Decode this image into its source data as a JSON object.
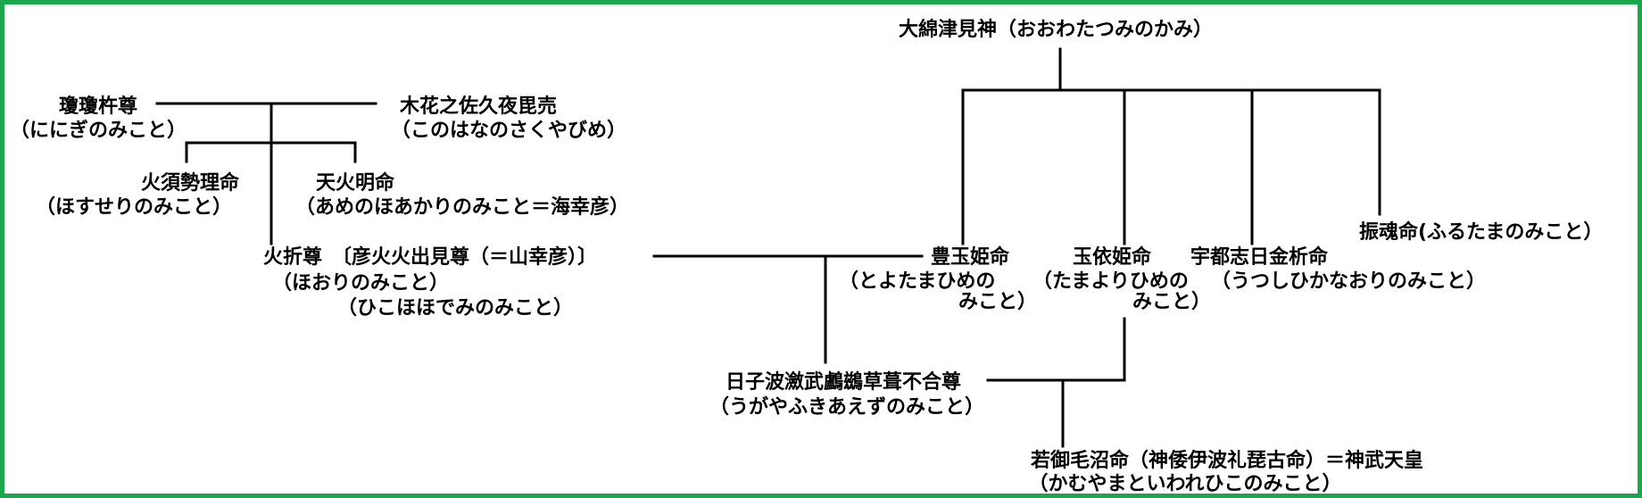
{
  "colors": {
    "frame": "#1aa64a",
    "line": "#000000",
    "text": "#000000"
  },
  "nodes": {
    "owatatsumi": {
      "name": "大綿津見神（おおわたつみのかみ）"
    },
    "ninigi": {
      "name": "瓊瓊杵尊",
      "reading": "（ににぎのみこと）"
    },
    "konohanasakuya": {
      "name": "木花之佐久夜毘売",
      "reading": "（このはなのさくやびめ）"
    },
    "hosusori": {
      "name": "火須勢理命",
      "reading": "（ほすせりのみこと）"
    },
    "amenohoakari": {
      "name": "天火明命",
      "reading": "（あめのほあかりのみこと＝海幸彦）"
    },
    "hoori": {
      "name": "火折尊　〔彦火火出見尊（＝山幸彦）〕",
      "reading": "（ほおりのみこと）",
      "reading2": "（ひこほほでみのみこと）"
    },
    "toyotamahime": {
      "name": "豊玉姫命",
      "reading": "（とよたまひめの",
      "reading2": "みこと）"
    },
    "tamayorihime": {
      "name": "玉依姫命",
      "reading": "（たまよりひめの",
      "reading2": "みこと）"
    },
    "utsushihikana": {
      "name": "宇都志日金析命",
      "reading": "（うつしひかなおりのみこと）"
    },
    "furutama": {
      "name": "振魂命(ふるたまのみこと）"
    },
    "ugaya": {
      "name": "日子波瀲武鸕鷀草葺不合尊",
      "reading": "（うがやふきあえずのみこと）"
    },
    "jimmu": {
      "name": "若御毛沼命（神倭伊波礼琵古命）＝神武天皇",
      "reading": "（かむやまといわれひこのみこと）"
    }
  }
}
